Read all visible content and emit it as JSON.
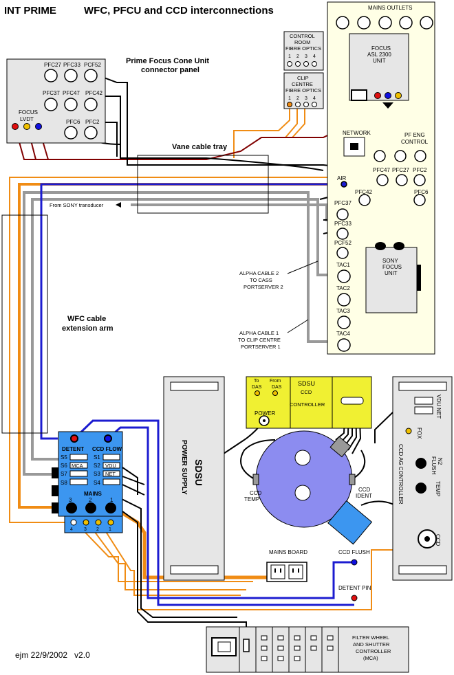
{
  "title_left": "INT PRIME",
  "title_main": "WFC,  PFCU and CCD interconnections",
  "pfcu_panel": {
    "heading": [
      "Prime Focus Cone Unit",
      "connector panel"
    ],
    "ports": [
      "PFC27",
      "PFC33",
      "PCF52",
      "PFC37",
      "PFC47",
      "PFC42",
      "PFC6",
      "PFC2"
    ],
    "lvdt_label": [
      "FOCUS",
      "LVDT"
    ]
  },
  "control_room_fibre": {
    "label": [
      "CONTROL",
      "ROOM",
      "FIBRE OPTICS"
    ],
    "numbers": [
      "1",
      "2",
      "3",
      "4"
    ]
  },
  "clip_centre_fibre": {
    "label": [
      "CLIP",
      "CENTRE",
      "FIBRE OPTICS"
    ],
    "numbers": [
      "1",
      "2",
      "3",
      "4"
    ]
  },
  "rack": {
    "mains_outlets": "MAINS OUTLETS",
    "focus_unit": [
      "FOCUS",
      "ASL 2300",
      "UNIT"
    ],
    "network": "NETWORK",
    "pf_eng_control": [
      "PF ENG",
      "CONTROL"
    ],
    "connectors": [
      "PFC47",
      "PFC27",
      "PFC2",
      "PFC42",
      "PFC6",
      "AIR",
      "PFC37",
      "PFC33",
      "PCF52",
      "TAC1",
      "TAC2",
      "TAC3",
      "TAC4"
    ],
    "sony_unit": [
      "SONY",
      "FOCUS",
      "UNIT"
    ]
  },
  "vane_cable_tray": "Vane cable tray",
  "sony_transducer": "From SONY transducer",
  "alpha_cable_2": [
    "ALPHA CABLE 2",
    "TO CASS",
    "PORTSERVER 2"
  ],
  "alpha_cable_1": [
    "ALPHA CABLE 1",
    "TO CLIP CENTRE",
    "PORTSERVER 1"
  ],
  "wfc_arm": [
    "WFC cable",
    "extension arm"
  ],
  "wfc_box": {
    "detent": "DETENT",
    "ccd_flow": "CCD FLOW",
    "left_labels": [
      "S5",
      "S6",
      "S7",
      "S8"
    ],
    "right_labels": [
      "S1",
      "S2",
      "S3",
      "S4"
    ],
    "right_fields": [
      "",
      "VDU",
      "NET",
      ""
    ],
    "mca_field": "MCA",
    "mains": "MAINS",
    "mains_numbers": [
      "3",
      "2",
      "1"
    ],
    "bottom_numbers": [
      "4",
      "3",
      "2",
      "1"
    ]
  },
  "sdsu_psu": [
    "SDSU",
    "POWER SUPPLY"
  ],
  "sdsu_ccd": {
    "to_das": [
      "To",
      "DAS"
    ],
    "from_das": [
      "From",
      "DAS"
    ],
    "power": "POWER",
    "name": [
      "SDSU",
      "CCD",
      "CONTROLLER"
    ]
  },
  "ccd_labels": {
    "temp": [
      "CCD",
      "TEMP"
    ],
    "ident": [
      "CCD",
      "IDENT"
    ],
    "flush": "CCD FLUSH"
  },
  "mains_board": "MAINS BOARD",
  "detent_pin": "DETENT PIN",
  "ccd_ag_controller": {
    "vdu_net": "VDU NET",
    "fox": "FOX",
    "name": "CCD AG CONTROLLER",
    "n2_flush": [
      "N2",
      "FLUSH"
    ],
    "temp": "TEMP",
    "ccd": "CCD"
  },
  "filter_wheel": [
    "FILTER WHEEL",
    "AND SHUTTER",
    "CONTROLLER",
    "(MCA)"
  ],
  "signature": "ejm 22/9/2002   v2.0",
  "colors": {
    "orange": "#f08c14",
    "grey": "#999999",
    "blue": "#1c1cd0",
    "maroon": "#800000",
    "black": "#000000",
    "wfc_blue": "#3c96f0",
    "rack_fill": "#ffffe6",
    "panel_fill": "#e6e6e6",
    "sdsu_yellow": "#f0f032",
    "ccd_purple": "#8c8cf0"
  }
}
